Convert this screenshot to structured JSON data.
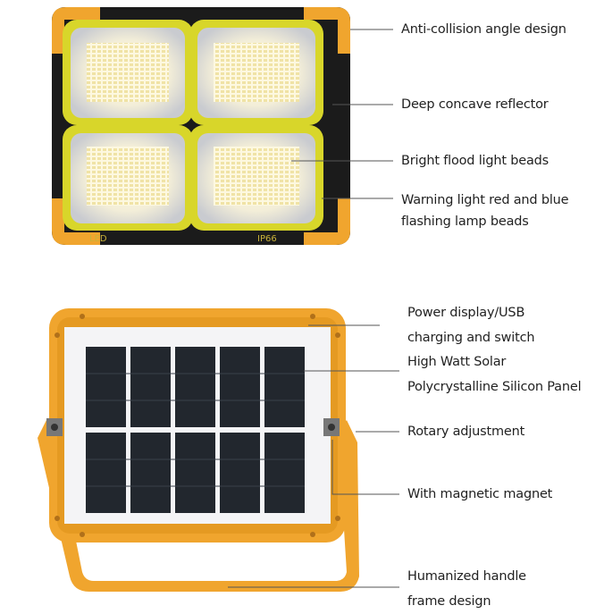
{
  "top_product": {
    "led_marking": "LED",
    "ip_marking": "IP66",
    "callouts": [
      {
        "lines": [
          "Anti-collision angle design"
        ]
      },
      {
        "lines": [
          "Deep concave reflector"
        ]
      },
      {
        "lines": [
          "Bright flood light beads"
        ]
      },
      {
        "lines": [
          "Warning light red and blue",
          "flashing lamp beads"
        ]
      }
    ]
  },
  "bottom_product": {
    "callouts": [
      {
        "lines": [
          "Power display/USB",
          "charging and switch"
        ]
      },
      {
        "lines": [
          "High Watt Solar",
          "Polycrystalline Silicon Panel"
        ]
      },
      {
        "lines": [
          "Rotary adjustment"
        ]
      },
      {
        "lines": [
          "With magnetic magnet"
        ]
      },
      {
        "lines": [
          "Humanized handle",
          "frame design"
        ]
      }
    ]
  },
  "colors": {
    "orange": "#f0a52e",
    "frame_green": "#d8d62a",
    "body_black": "#1b1b1b",
    "cell": "#222831",
    "line": "#555555"
  }
}
